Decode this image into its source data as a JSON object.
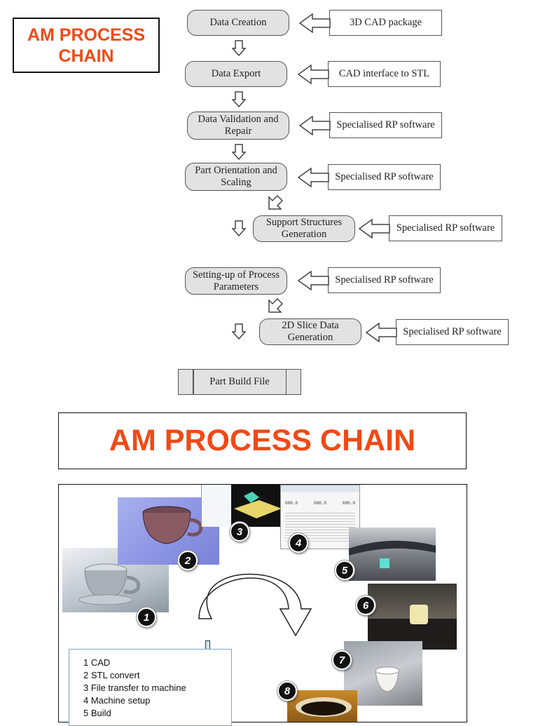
{
  "title_small": [
    "AM PROCESS",
    "CHAIN"
  ],
  "flow": {
    "steps": [
      {
        "label": "Data Creation",
        "source": "3D CAD package"
      },
      {
        "label": "Data Export",
        "source": "CAD interface to STL"
      },
      {
        "label": "Data Validation and Repair",
        "source": "Specialised RP software"
      },
      {
        "label": "Part Orientation and Scaling",
        "source": "Specialised RP software"
      },
      {
        "label": "Support Structures Generation",
        "source": "Specialised RP software"
      },
      {
        "label": "Setting-up of Process Parameters",
        "source": "Specialised RP software"
      },
      {
        "label": "2D Slice Data Generation",
        "source": "Specialised RP software"
      }
    ],
    "final": "Part Build File"
  },
  "title_large": "AM PROCESS CHAIN",
  "badges": [
    "1",
    "2",
    "3",
    "4",
    "5",
    "6",
    "7",
    "8"
  ],
  "legend": [
    "1 CAD",
    "2 STL convert",
    "3 File transfer to machine",
    "4 Machine setup",
    "5 Build"
  ],
  "screenshot_table": {
    "headers": [
      "",
      "",
      ""
    ],
    "values": [
      "000.0",
      "000.0",
      "000.0"
    ]
  }
}
